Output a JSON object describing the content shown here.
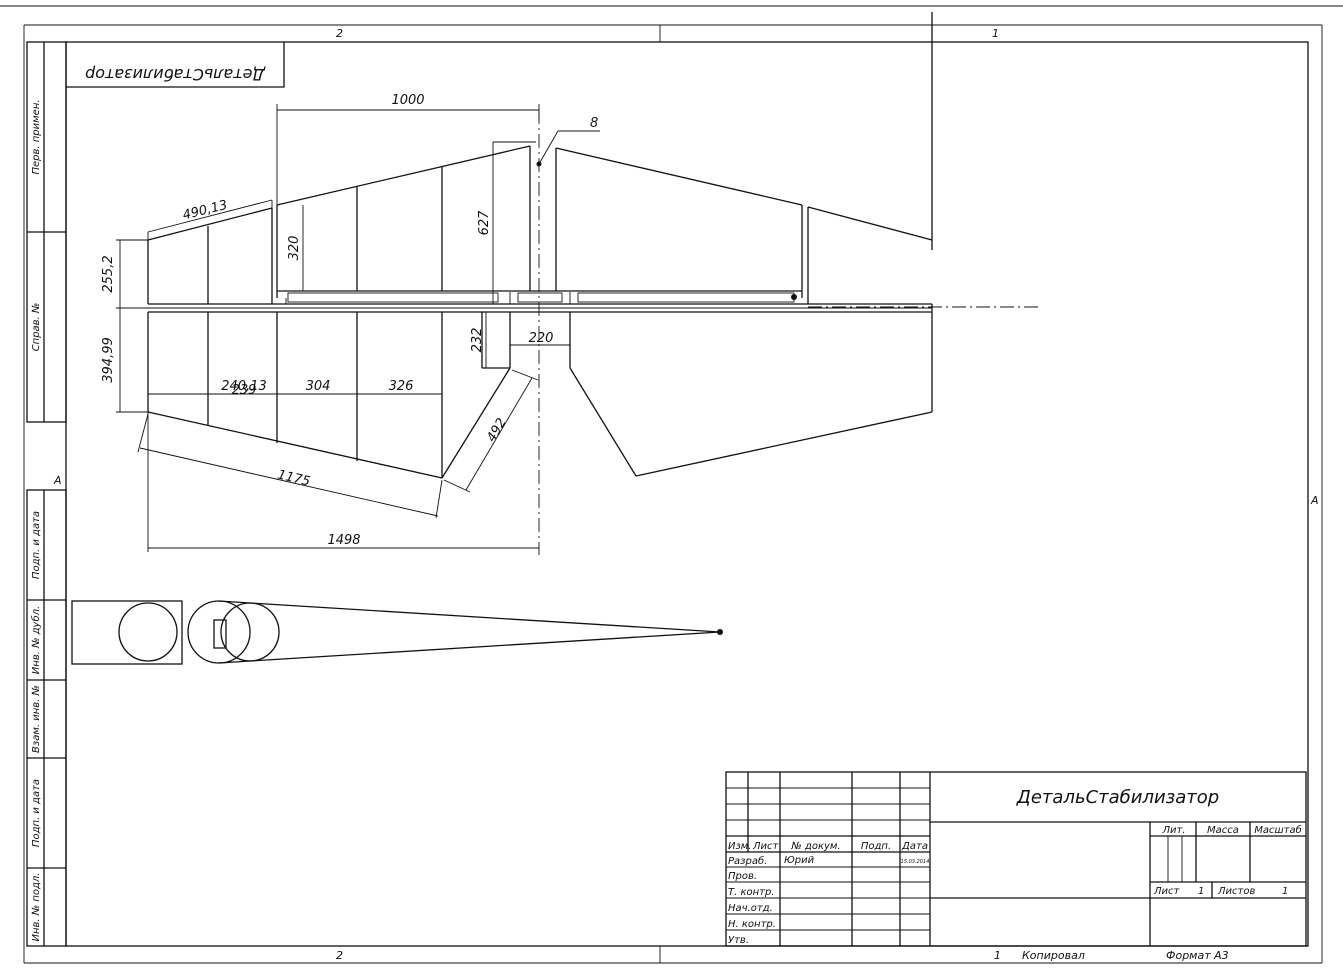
{
  "sheet": {
    "zones_top": [
      "2",
      "1"
    ],
    "zones_bottom": [
      "2"
    ],
    "zone_side_left": "A",
    "zone_side_right": "A",
    "mirrored_title": "ДетальСтабилизатор"
  },
  "side_labels": [
    "Перв. примен.",
    "Справ. №",
    "Подп. и дата",
    "Инв. № дубл.",
    "Взам. инв. №",
    "Подп. и дата",
    "Инв. № подл."
  ],
  "dimensions": {
    "d1000": "1000",
    "d8": "8",
    "d49013": "490,13",
    "d320": "320",
    "d627": "627",
    "d2552": "255,2",
    "d39499": "394,99",
    "d232": "232",
    "d220": "220",
    "d24013": "240,13",
    "d239": "239",
    "d304": "304",
    "d326": "326",
    "d492": "492",
    "d1175": "1175",
    "d1498": "1498"
  },
  "title_block": {
    "name": "ДетальСтабилизатор",
    "hdr_izm": "Изм.",
    "hdr_list": "Лист",
    "hdr_doc": "№ докум.",
    "hdr_podp": "Подп.",
    "hdr_data": "Дата",
    "row_razrab": "Разраб.",
    "razrab_name": "Юрий",
    "razrab_date": "15.03.2014",
    "row_prov": "Пров.",
    "row_tkontr": "Т. контр.",
    "row_nachotd": "Нач.отд.",
    "row_nkontr": "Н. контр.",
    "row_utv": "Утв.",
    "lit": "Лит.",
    "massa": "Масса",
    "masshtab": "Масштаб",
    "sheet_label": "Лист",
    "sheet_num": "1",
    "sheets_label": "Листов",
    "sheets_num": "1"
  },
  "footer": {
    "num": "1",
    "copied": "Копировал",
    "format": "Формат А3"
  }
}
